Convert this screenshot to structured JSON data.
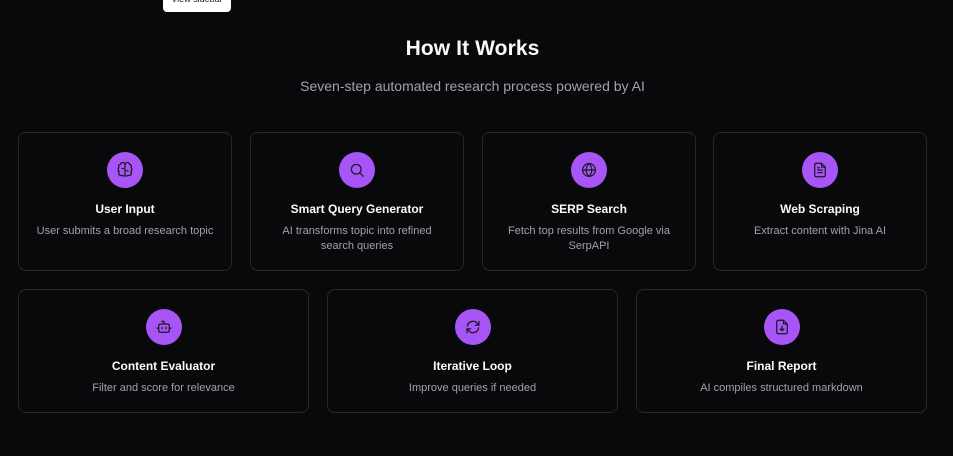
{
  "tooltip": {
    "text": "View sidebar"
  },
  "section": {
    "title": "How It Works",
    "subtitle": "Seven-step automated research process powered by AI"
  },
  "accent_color": "#a855f7",
  "steps": [
    {
      "icon": "brain-icon",
      "title": "User Input",
      "description": "User submits a broad research topic"
    },
    {
      "icon": "search-icon",
      "title": "Smart Query Generator",
      "description": "AI transforms topic into refined search queries"
    },
    {
      "icon": "globe-icon",
      "title": "SERP Search",
      "description": "Fetch top results from Google via SerpAPI"
    },
    {
      "icon": "document-icon",
      "title": "Web Scraping",
      "description": "Extract content with Jina AI"
    },
    {
      "icon": "bot-icon",
      "title": "Content Evaluator",
      "description": "Filter and score for relevance"
    },
    {
      "icon": "refresh-icon",
      "title": "Iterative Loop",
      "description": "Improve queries if needed"
    },
    {
      "icon": "file-download-icon",
      "title": "Final Report",
      "description": "AI compiles structured markdown"
    }
  ]
}
